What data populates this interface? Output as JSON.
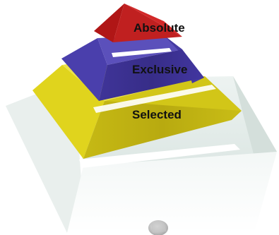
{
  "diagram": {
    "tiers": [
      {
        "label": "Absolute",
        "color": "#b81a1a"
      },
      {
        "label": "Exclusive",
        "color": "#4b3fa8"
      },
      {
        "label": "Selected",
        "color": "#d8cc18"
      },
      {
        "label": "",
        "color": "#e2ebe8"
      }
    ]
  }
}
